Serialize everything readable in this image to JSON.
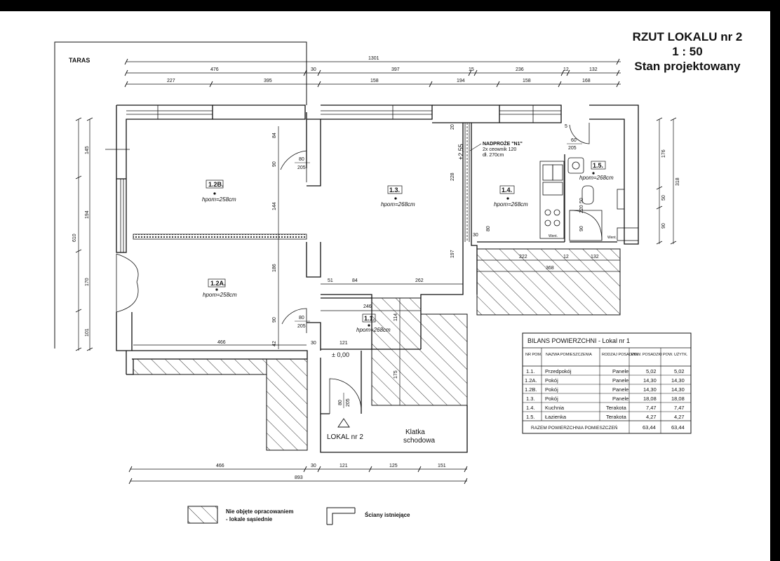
{
  "title": {
    "line1": "RZUT LOKALU nr 2",
    "line2": "1 : 50",
    "line3": "Stan projektowany"
  },
  "labels": {
    "taras": "TARAS",
    "nadproze_1": "NADPROŻE \"N1\"",
    "nadproze_2": "2x ceownik 120",
    "nadproze_3": "dł. 270cm",
    "level_top": "+2,55",
    "level_bottom": "± 0,00",
    "lokal": "LOKAL nr 2",
    "klatka_1": "Klatka",
    "klatka_2": "schodowa",
    "went1": "Went.",
    "went2": "Went."
  },
  "rooms": [
    {
      "id": "1.2B.",
      "height": "hpom=258cm"
    },
    {
      "id": "1.2A.",
      "height": "hpom=258cm"
    },
    {
      "id": "1.3.",
      "height": "hpom=268cm"
    },
    {
      "id": "1.4.",
      "height": "hpom=268cm"
    },
    {
      "id": "1.5.",
      "height": "hpom=268cm"
    },
    {
      "id": "1.1.",
      "height": "hpom=268cm"
    }
  ],
  "doors": [
    {
      "w": "80",
      "h": "205"
    },
    {
      "w": "80",
      "h": "205"
    },
    {
      "w": "60",
      "h": "205"
    },
    {
      "w": "80",
      "h": "205"
    }
  ],
  "dims": {
    "top_total": "1301",
    "top_row1": [
      "476",
      "30",
      "397",
      "15",
      "236",
      "12",
      "132"
    ],
    "top_row2": [
      "227",
      "395",
      "158",
      "194",
      "158",
      "168"
    ],
    "left": [
      "145",
      "194",
      "170",
      "101",
      "610"
    ],
    "right": [
      "176",
      "50",
      "90",
      "318"
    ],
    "bottom_row1": [
      "466",
      "30",
      "121",
      "125",
      "151"
    ],
    "bottom_total": "893",
    "inner": [
      "84",
      "90",
      "144",
      "186",
      "90",
      "42",
      "466",
      "30",
      "121",
      "51",
      "84",
      "262",
      "246",
      "114",
      "175",
      "228",
      "197",
      "30",
      "80",
      "20",
      "222",
      "12",
      "132",
      "368",
      "220",
      "50",
      "90",
      "5"
    ]
  },
  "table": {
    "title": "BILANS POWIERZCHNI  -  Lokal nr 1",
    "headers": [
      "NR POM.",
      "NAZWA POMIESZCZENIA",
      "RODZAJ POSADZKI",
      "POW. POSADZKI",
      "POW. UŻYTK."
    ],
    "rows": [
      [
        "1.1.",
        "Przedpokój",
        "Panele",
        "5,02",
        "5,02"
      ],
      [
        "1.2A.",
        "Pokój",
        "Panele",
        "14,30",
        "14,30"
      ],
      [
        "1.2B.",
        "Pokój",
        "Panele",
        "14,30",
        "14,30"
      ],
      [
        "1.3.",
        "Pokój",
        "Panele",
        "18,08",
        "18,08"
      ],
      [
        "1.4.",
        "Kuchnia",
        "Terakota",
        "7,47",
        "7,47"
      ],
      [
        "1.5.",
        "Łazienka",
        "Terakota",
        "4,27",
        "4,27"
      ]
    ],
    "total": [
      "RAZEM POWIERZCHNIA POMIESZCZEŃ",
      "63,44",
      "63,44"
    ]
  },
  "legend": {
    "hatch_1": "Nie objęte opracowaniem",
    "hatch_2": "- lokale sąsiednie",
    "walls": "Ściany istniejące"
  }
}
